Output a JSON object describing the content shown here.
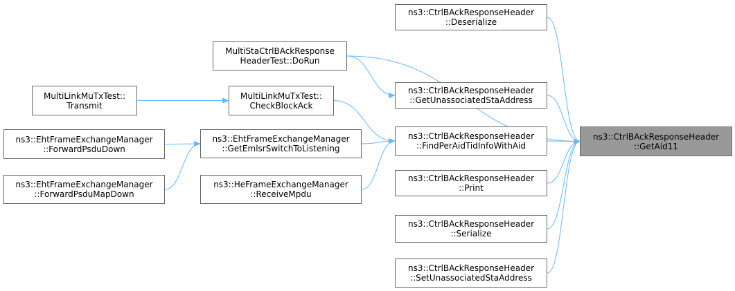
{
  "colors": {
    "edge": "#63b8ff",
    "node_border": "#666666",
    "focus_fill": "#999999"
  },
  "nodes": {
    "focus": {
      "line1": "ns3::CtrlBAckResponseHeader",
      "line2": "::GetAid11"
    },
    "deserialize": {
      "line1": "ns3::CtrlBAckResponseHeader",
      "line2": "::Deserialize"
    },
    "multista": {
      "line1": "MultiStaCtrlBAckResponse",
      "line2": "HeaderTest::DoRun"
    },
    "getunassoc": {
      "line1": "ns3::CtrlBAckResponseHeader",
      "line2": "::GetUnassociatedStaAddress"
    },
    "findper": {
      "line1": "ns3::CtrlBAckResponseHeader",
      "line2": "::FindPerAidTidInfoWithAid"
    },
    "print": {
      "line1": "ns3::CtrlBAckResponseHeader",
      "line2": "::Print"
    },
    "serialize": {
      "line1": "ns3::CtrlBAckResponseHeader",
      "line2": "::Serialize"
    },
    "setunassoc": {
      "line1": "ns3::CtrlBAckResponseHeader",
      "line2": "::SetUnassociatedStaAddress"
    },
    "checkblockack": {
      "line1": "MultiLinkMuTxTest::",
      "line2": "CheckBlockAck"
    },
    "geteml": {
      "line1": "ns3::EhtFrameExchangeManager",
      "line2": "::GetEmlsrSwitchToListening"
    },
    "receivempdu": {
      "line1": "ns3::HeFrameExchangeManager",
      "line2": "::ReceiveMpdu"
    },
    "transmit": {
      "line1": "MultiLinkMuTxTest::",
      "line2": "Transmit"
    },
    "fwdpsdu": {
      "line1": "ns3::EhtFrameExchangeManager",
      "line2": "::ForwardPsduDown"
    },
    "fwdpsdumap": {
      "line1": "ns3::EhtFrameExchangeManager",
      "line2": "::ForwardPsduMapDown"
    }
  },
  "edges": [
    {
      "from": "deserialize",
      "to": "focus"
    },
    {
      "from": "multista",
      "to": "focus"
    },
    {
      "from": "multista",
      "to": "getunassoc"
    },
    {
      "from": "getunassoc",
      "to": "focus"
    },
    {
      "from": "findper",
      "to": "focus"
    },
    {
      "from": "print",
      "to": "focus"
    },
    {
      "from": "serialize",
      "to": "focus"
    },
    {
      "from": "setunassoc",
      "to": "focus"
    },
    {
      "from": "checkblockack",
      "to": "findper"
    },
    {
      "from": "geteml",
      "to": "findper"
    },
    {
      "from": "receivempdu",
      "to": "findper"
    },
    {
      "from": "transmit",
      "to": "checkblockack"
    },
    {
      "from": "fwdpsdu",
      "to": "geteml"
    },
    {
      "from": "fwdpsdumap",
      "to": "geteml"
    }
  ]
}
